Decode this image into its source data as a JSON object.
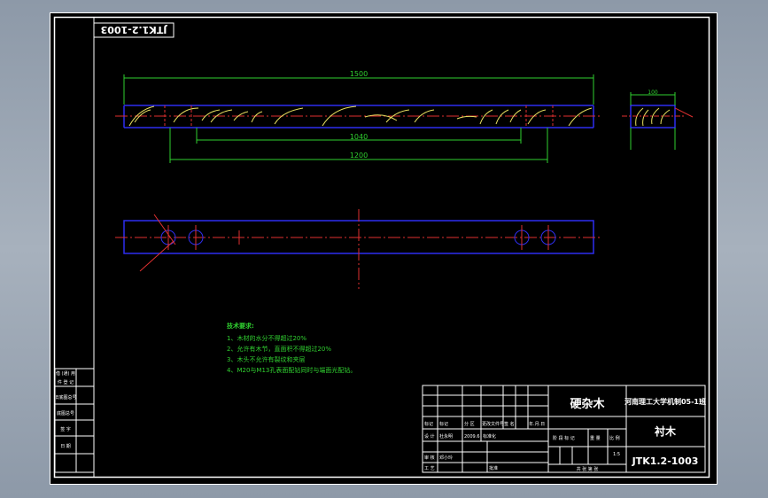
{
  "drawing": {
    "mirror_code": "JTK1.2-1003",
    "dimensions": {
      "overall": "1500",
      "hole_span": "1200",
      "inner_span": "1040",
      "section_width": "100"
    },
    "notes": {
      "heading": "技术要求:",
      "items": [
        "1、木材的水分不得超过20%",
        "2、允许有木节，直面积不得超过20%",
        "3、木头不允许有裂纹和夹层",
        "4、M20与M13孔表面配钻同时与端面光配钻。"
      ]
    }
  },
  "title_block": {
    "material": "硬杂木",
    "school": "河南理工大学机制05-1班",
    "part_name": "衬木",
    "drawing_no": "JTK1.2-1003",
    "scale": "1:5",
    "header_labels": {
      "mark": "标记",
      "count": "处数",
      "zone": "分 区",
      "change_doc": "更改文件号",
      "signature": "签 名",
      "date": "年.月.日"
    },
    "row2": {
      "design": "设 计",
      "designer": "杜永明",
      "design_date": "2009.6",
      "standard": "标准化"
    },
    "stage_labels": {
      "stage": "阶 段 标 记",
      "weight": "重 量",
      "scale_label": "比 例"
    },
    "bottom_labels": {
      "review": "审 核",
      "reviewer": "邓小玲",
      "process": "工 艺",
      "approve": "批准",
      "sheets": "共   张  第   张"
    }
  },
  "left_strip": [
    "借 (通) 用",
    "件 登 记",
    "旧底图总号",
    "底图总号",
    "签  字",
    "日  期"
  ]
}
